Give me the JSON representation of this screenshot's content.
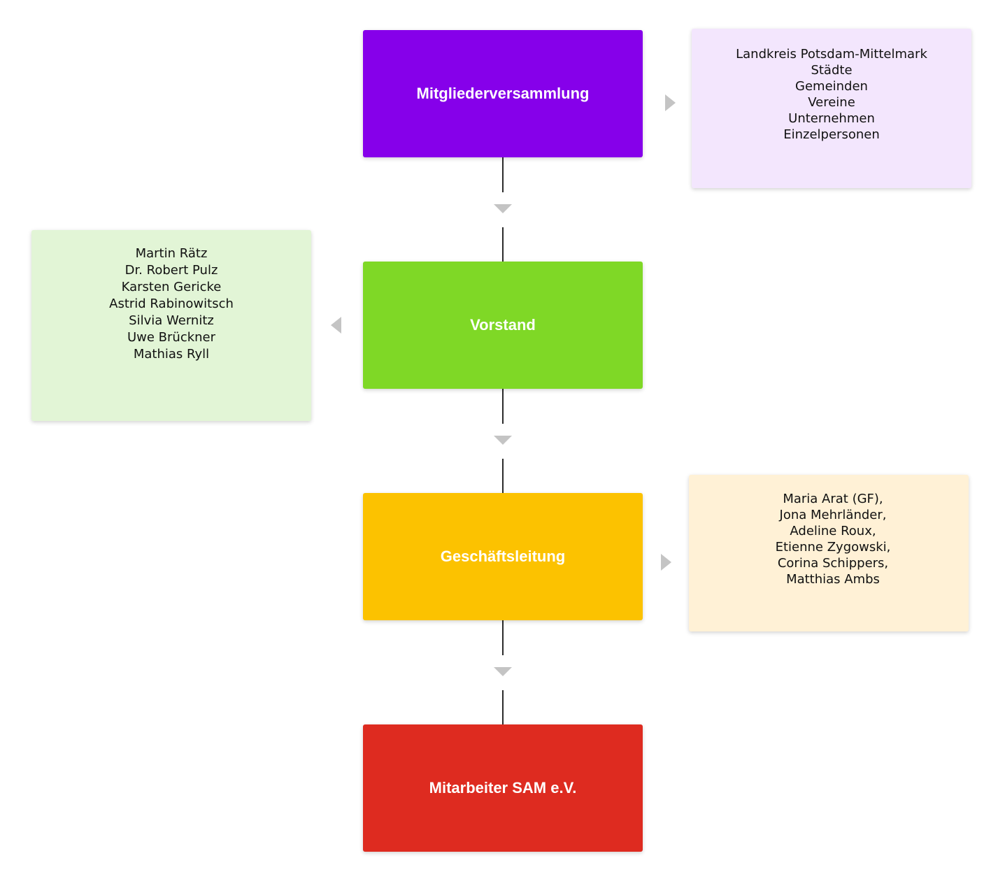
{
  "colors": {
    "mitglieder": "#8600ea",
    "vorstand": "#7fd826",
    "geschaeft": "#fcc200",
    "mitarbeiter": "#de2b20",
    "members_box": "#f3e6fd",
    "board_box": "#e2f5d6",
    "management_box": "#fff1d6",
    "connector": "#2b2b2b",
    "arrow": "#c4c4c4"
  },
  "boxes": {
    "mitgliederversammlung": "Mitgliederversammlung",
    "vorstand": "Vorstand",
    "geschaeftsleitung": "Geschäftsleitung",
    "mitarbeiter": "Mitarbeiter SAM e.V."
  },
  "members": [
    "Landkreis Potsdam-Mittelmark",
    "Städte",
    "Gemeinden",
    "Vereine",
    "Unternehmen",
    "Einzelpersonen"
  ],
  "board": [
    "Martin Rätz",
    "Dr. Robert Pulz",
    "Karsten Gericke",
    "Astrid Rabinowitsch",
    "Silvia Wernitz",
    "Uwe Brückner",
    "Mathias Ryll"
  ],
  "management": [
    "Maria Arat (GF),",
    "Jona Mehrländer,",
    "Adeline Roux,",
    "Etienne Zygowski,",
    "Corina Schippers,",
    "Matthias Ambs"
  ]
}
